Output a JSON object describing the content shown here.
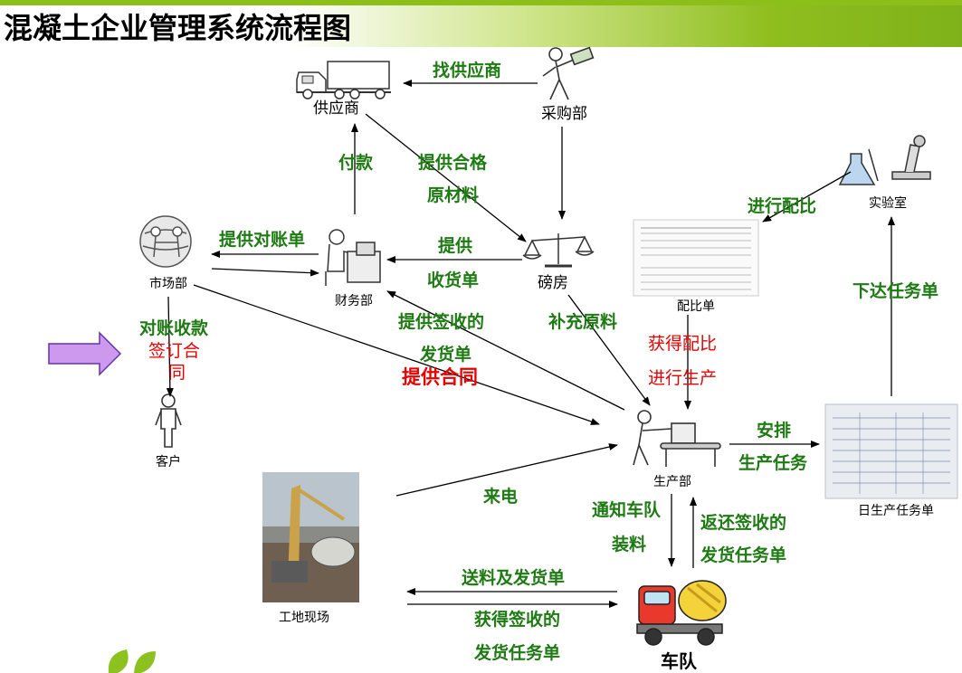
{
  "title": "混凝土企业管理系统流程图",
  "nodes": {
    "supplier": "供应商",
    "purchasing": "采购部",
    "weighing": "磅房",
    "finance": "财务部",
    "market": "市场部",
    "customer": "客户",
    "lab": "实验室",
    "mix_sheet": "配比单",
    "production": "生产部",
    "daily_task": "日生产任务单",
    "site": "工地现场",
    "fleet": "车队"
  },
  "edges": {
    "find_supplier": "找供应商",
    "pay": "付款",
    "supply_qualified_1": "提供合格",
    "supply_qualified_2": "原材料",
    "provide_statement": "提供对账单",
    "provide_receipt_1": "提供",
    "provide_receipt_2": "收货单",
    "provide_signed_1": "提供签收的",
    "provide_signed_2": "发货单",
    "replenish": "补充原料",
    "reconcile": "对账收款",
    "sign_contract_1": "签订合",
    "sign_contract_2": "同",
    "provide_contract": "提供合同",
    "do_mix": "进行配比",
    "issue_task": "下达任务单",
    "get_mix_1": "获得配比",
    "get_mix_2": "进行生产",
    "arrange_1": "安排",
    "arrange_2": "生产任务",
    "call": "来电",
    "notify_fleet_1": "通知车队",
    "notify_fleet_2": "装料",
    "return_signed_1": "返还签收的",
    "return_signed_2": "发货任务单",
    "deliver": "送料及发货单",
    "get_signed_1": "获得签收的",
    "get_signed_2": "发货任务单"
  }
}
